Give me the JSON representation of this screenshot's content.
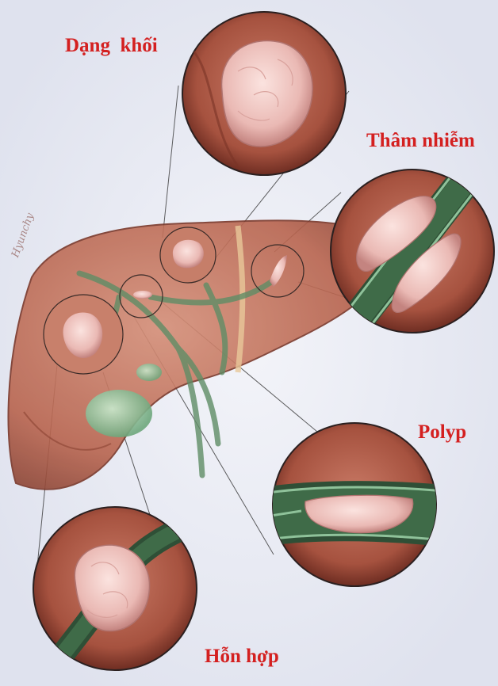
{
  "labels": {
    "mass": "Dạng  khối",
    "infiltrative": "Thâm nhiễm",
    "polyp": "Polyp",
    "mixed": "Hỗn hợp"
  },
  "signature": "Hyunchy",
  "colors": {
    "label": "#d42020",
    "liver": "#b96650",
    "liver_dark": "#8c4434",
    "liver_light": "#d99a85",
    "duct": "#3f6b48",
    "duct_light": "#8fc29a",
    "tumor": "#f0c8c4",
    "tumor_shadow": "#c98f8d",
    "gallbladder": "#8fc79a",
    "background": "#eef0f6"
  }
}
